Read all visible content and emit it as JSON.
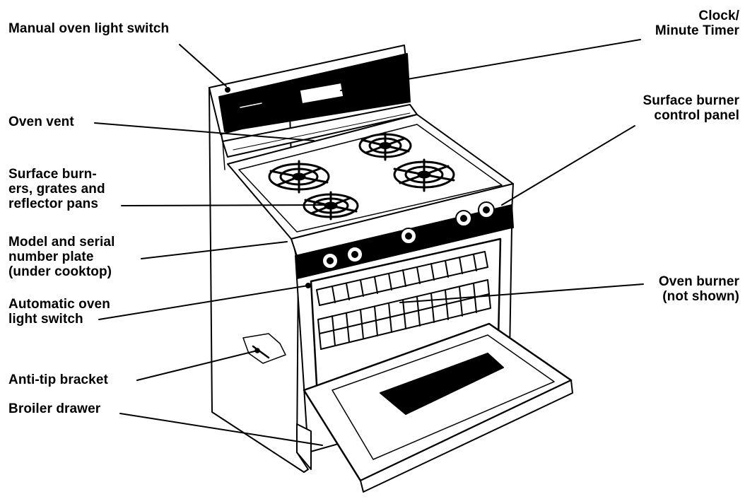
{
  "labels": {
    "manual_light_switch": [
      "Manual oven light switch"
    ],
    "oven_vent": [
      "Oven vent"
    ],
    "surface_burners": [
      "Surface burn-",
      "ers, grates and",
      "reflector pans"
    ],
    "model_serial": [
      "Model and serial",
      "number plate",
      "(under cooktop)"
    ],
    "auto_light_switch": [
      "Automatic oven",
      "light switch"
    ],
    "anti_tip": [
      "Anti-tip bracket"
    ],
    "broiler_drawer": [
      "Broiler drawer"
    ],
    "clock_timer": [
      "Clock/",
      "Minute Timer"
    ],
    "burner_control_panel": [
      "Surface burner",
      "control panel"
    ],
    "oven_burner": [
      "Oven burner",
      "(not shown)"
    ]
  },
  "colors": {
    "ink": "#000000",
    "paper": "#ffffff"
  }
}
